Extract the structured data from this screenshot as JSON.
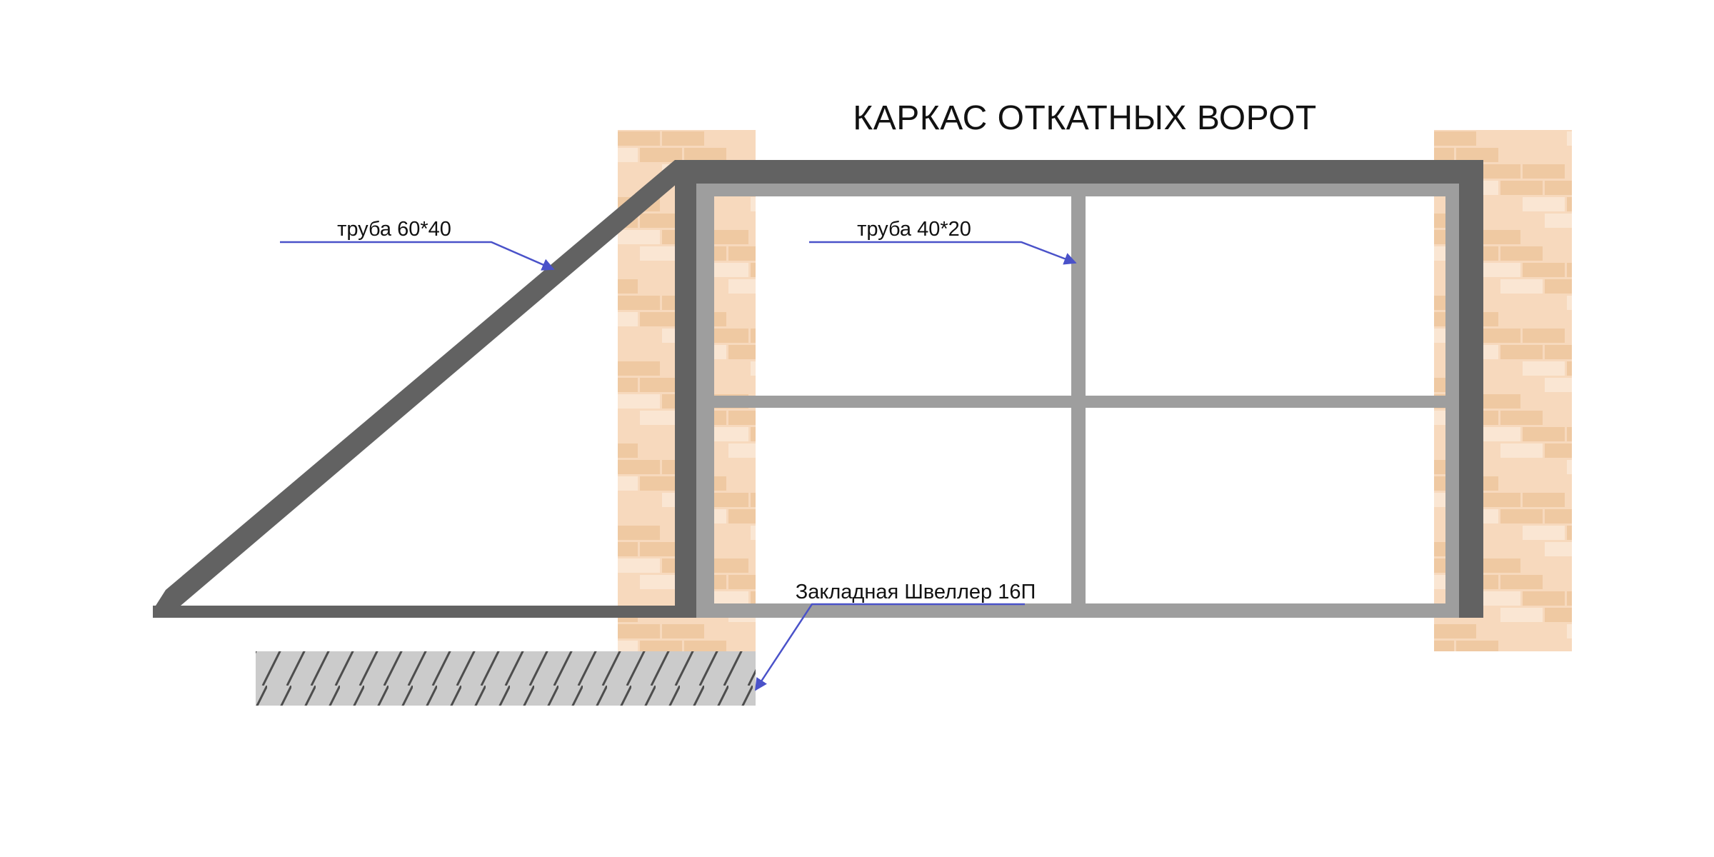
{
  "title": "КАРКАС ОТКАТНЫХ ВОРОТ",
  "callouts": {
    "outer_frame": "труба 60*40",
    "inner_frame": "труба 40*20",
    "embed": "Закладная Швеллер 16П"
  },
  "colors": {
    "outer_frame": "#626262",
    "inner_frame": "#9e9e9e",
    "brick_base": "#f7d9bd",
    "brick_dark": "#efc9a2",
    "brick_light": "#fae6d3",
    "foundation": "#cbcbcb",
    "hatch": "#4d4d4d",
    "leader": "#4a52c9"
  }
}
